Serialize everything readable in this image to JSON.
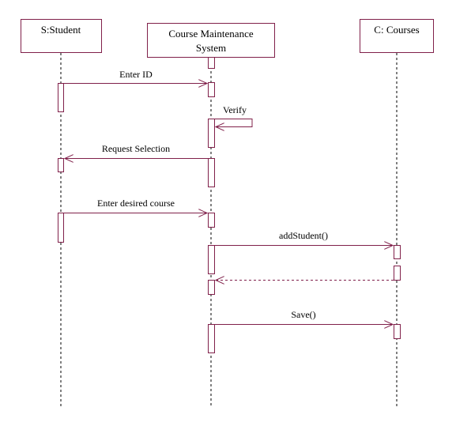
{
  "diagram": {
    "participants": {
      "student": "S:Student",
      "system_line1": "Course Maintenance",
      "system_line2": "System",
      "courses": "C: Courses"
    },
    "messages": {
      "enter_id": "Enter ID",
      "verify": "Verify",
      "request_selection": "Request Selection",
      "enter_desired_course": "Enter desired course",
      "add_student": "addStudent()",
      "save": "Save()"
    },
    "colors": {
      "line": "#80204a",
      "lifeline": "#000000",
      "background": "#ffffff"
    }
  }
}
